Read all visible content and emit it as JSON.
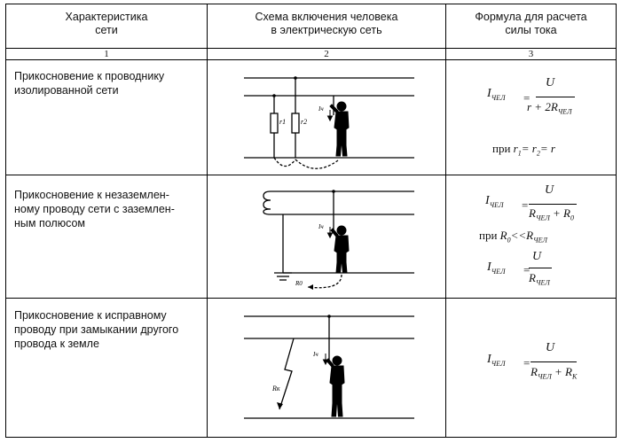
{
  "table": {
    "headers": [
      "Характеристика\nсети",
      "Схема включения человека\nв электрическую сеть",
      "Формула для расчета\nсилы тока"
    ],
    "column_numbers": [
      "1",
      "2",
      "3"
    ],
    "rows": [
      {
        "description": "Прикосновение к проводнику\nизолированной сети",
        "diagram_labels": {
          "r1": "r1",
          "r2": "r2",
          "ich": "Iч"
        },
        "formula": {
          "lhs": "I",
          "lhs_sub": "ЧЕЛ",
          "num": "U",
          "den": "r + 2R",
          "den_sub": "ЧЕЛ",
          "cond_prefix": "при ",
          "cond": "r",
          "cond_s1": "1",
          "cond_mid": "= r",
          "cond_s2": "2",
          "cond_end": "= r"
        }
      },
      {
        "description": "Прикосновение к незаземлен-\nному проводу сети с заземлен-\nным полюсом",
        "diagram_labels": {
          "ich": "Iч",
          "r0": "R0"
        },
        "formula": {
          "lhs": "I",
          "lhs_sub": "ЧЕЛ",
          "num": "U",
          "den": "R",
          "den_sub": "ЧЕЛ",
          "den_tail": " + R",
          "den_tail_sub": "0",
          "cond_prefix": "при ",
          "cond": "R",
          "cond_sub": "0",
          "cond_mid": "<<R",
          "cond_sub2": "ЧЕЛ",
          "lhs2": "I",
          "lhs2_sub": "ЧЕЛ",
          "num2": "U",
          "den2": "R",
          "den2_sub": "ЧЕЛ"
        }
      },
      {
        "description": "Прикосновение к исправному\nпроводу при замыкании другого\nпровода к земле",
        "diagram_labels": {
          "ich": "Iч",
          "rk": "Rк"
        },
        "formula": {
          "lhs": "I",
          "lhs_sub": "ЧЕЛ",
          "num": "U",
          "den": "R",
          "den_sub": "ЧЕЛ",
          "den_tail": " + R",
          "den_tail_sub": "К"
        }
      }
    ]
  }
}
